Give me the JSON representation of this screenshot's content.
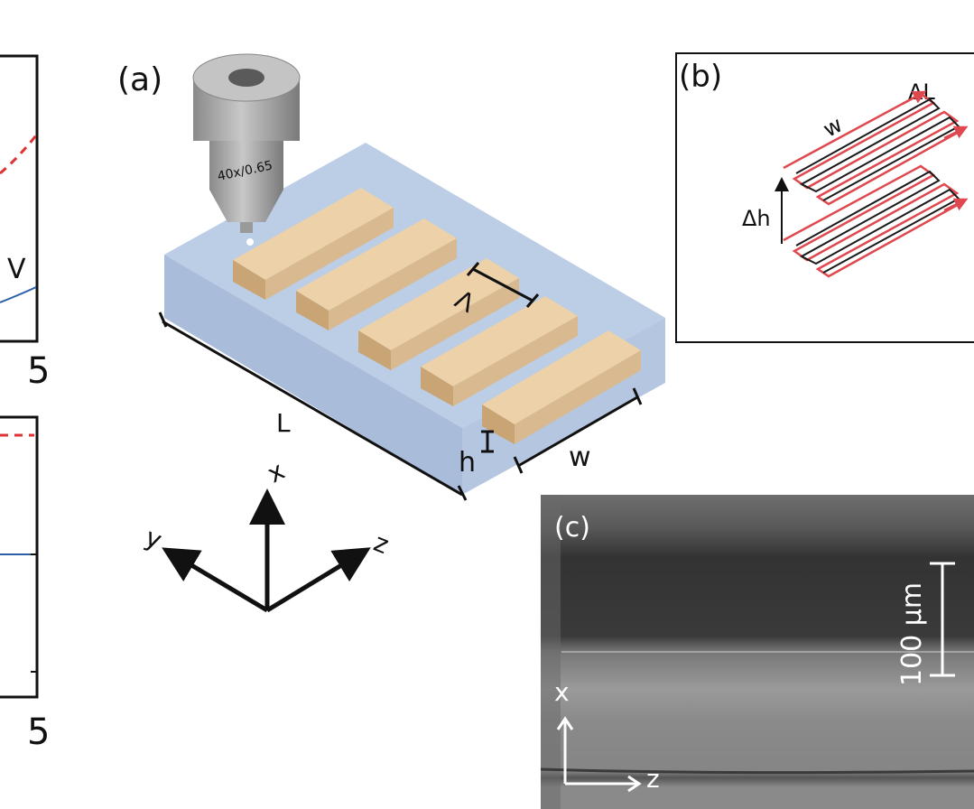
{
  "left_fragment": {
    "top_tick": "5",
    "bottom_tick": "5",
    "curve_mark": "V"
  },
  "panel_a": {
    "label": "(a)",
    "objective_text": "40x/0.65",
    "dim_L": "L",
    "dim_w": "w",
    "dim_h": "h",
    "dim_lambda": "Λ",
    "axis_x": "x",
    "axis_y": "y",
    "axis_z": "z",
    "colors": {
      "substrate_top": "#bccde6",
      "substrate_side": "#a9bcda",
      "bar": "#d9b98f"
    }
  },
  "panel_b": {
    "label": "(b)",
    "w_label": "w",
    "dL_label": "ΔL",
    "dh_label": "Δh",
    "colors": {
      "path_red": "#e0484f",
      "path_black": "#1a1a1a"
    }
  },
  "panel_c": {
    "label": "(c)",
    "scale_text": "100 µm",
    "axis_x": "x",
    "axis_z": "z"
  }
}
